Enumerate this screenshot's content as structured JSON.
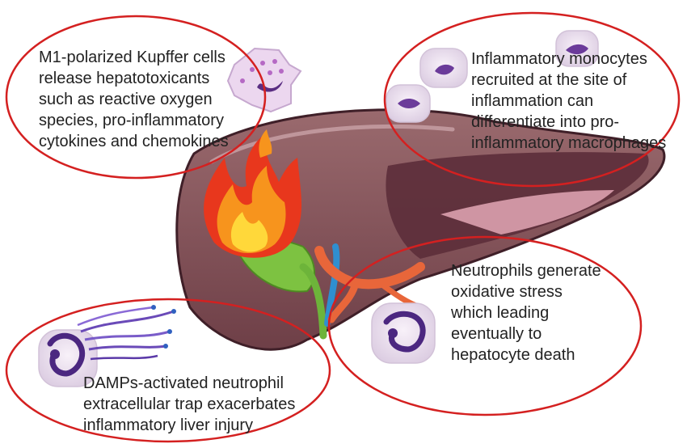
{
  "colors": {
    "oval_outline": "#d42020",
    "liver": "#8a5a5e",
    "liver_dark": "#5c2e3a",
    "gallbladder": "#7dc241",
    "flame_outer": "#e8371d",
    "flame_mid": "#f7941d",
    "flame_inner": "#ffd83a",
    "artery": "#e8663a",
    "vein": "#2f8fd0",
    "cell_body": "#ece0ee",
    "cell_nucleus": "#5a2d82"
  },
  "captions": {
    "kupffer": "M1-polarized Kupffer cells\nrelease hepatotoxicants\nsuch as reactive oxygen\nspecies, pro-inflammatory\ncytokines and chemokines",
    "monocytes": "Inflammatory monocytes\nrecruited at the site of\ninflammation can\ndifferentiate into pro-\ninflammatory macrophages",
    "neutrophils": "Neutrophils generate\noxidative stress\nwhich leading\neventually to\nhepatocyte death",
    "damps": "DAMPs-activated neutrophil\nextracellular trap exacerbates\ninflammatory liver injury"
  },
  "icons": {
    "kupffer_cell": "kupffer-cell-icon",
    "monocyte": "monocyte-icon",
    "neutrophil": "neutrophil-icon",
    "net": "neutrophil-extracellular-trap-icon",
    "fire": "fire-icon",
    "liver": "liver-icon"
  }
}
